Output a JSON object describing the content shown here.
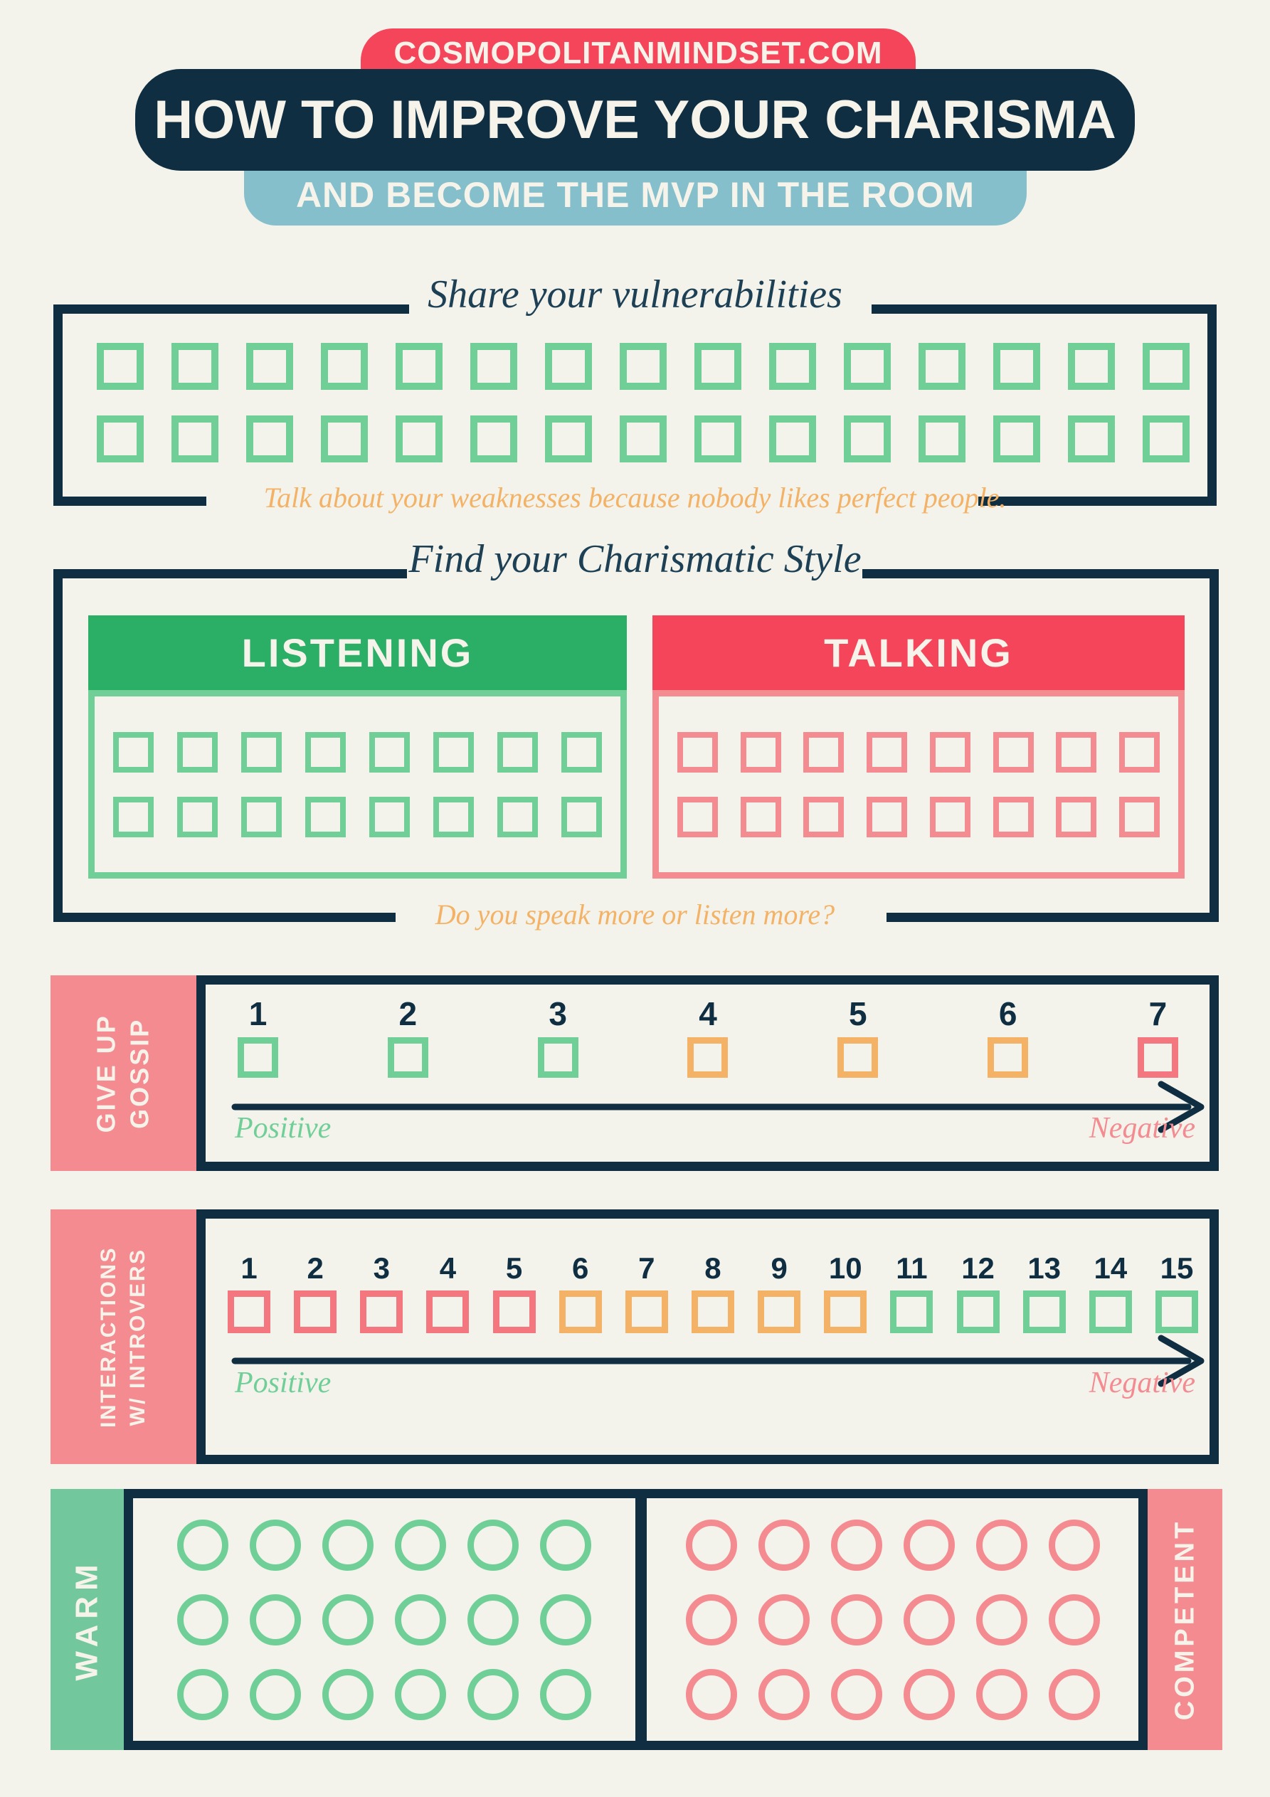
{
  "header": {
    "site": "COSMOPOLITANMINDSET.COM",
    "title": "HOW TO IMPROVE YOUR CHARISMA",
    "subtitle": "AND BECOME THE MVP IN THE ROOM"
  },
  "colors": {
    "background": "#f3f3ec",
    "navy": "#0f2e41",
    "red": "#f4455a",
    "teal": "#85bfcb",
    "green": "#2bae66",
    "light_green": "#6fcf97",
    "green_bar": "#72c89c",
    "pink": "#f48b90",
    "salmon": "#f4777f",
    "orange": "#f3b266",
    "cream": "#f6f3ea",
    "script_navy": "#1d4055"
  },
  "section_vulnerabilities": {
    "title": "Share your vulnerabilities",
    "caption": "Talk about your weaknesses because nobody likes perfect people.",
    "rows": 2,
    "squares_per_row": 15,
    "square_color": "#6fcf97"
  },
  "section_style": {
    "title": "Find your Charismatic Style",
    "caption": "Do you speak more or listen more?",
    "panels": [
      {
        "label": "LISTENING",
        "header_color": "#2bae66",
        "square_color": "#6fcf97",
        "rows": 2,
        "squares_per_row": 8
      },
      {
        "label": "TALKING",
        "header_color": "#f4455a",
        "square_color": "#f48b90",
        "rows": 2,
        "squares_per_row": 8
      }
    ]
  },
  "section_gossip": {
    "label_line1": "GIVE UP",
    "label_line2": "GOSSIP",
    "axis_start": "Positive",
    "axis_end": "Negative",
    "steps": [
      {
        "number": "1",
        "color": "#6fcf97"
      },
      {
        "number": "2",
        "color": "#6fcf97"
      },
      {
        "number": "3",
        "color": "#6fcf97"
      },
      {
        "number": "4",
        "color": "#f3b266"
      },
      {
        "number": "5",
        "color": "#f3b266"
      },
      {
        "number": "6",
        "color": "#f3b266"
      },
      {
        "number": "7",
        "color": "#f4777f"
      }
    ]
  },
  "section_introverts": {
    "label_line1": "INTERACTIONS",
    "label_line2": "W/ INTROVERS",
    "axis_start": "Positive",
    "axis_end": "Negative",
    "steps": [
      {
        "number": "1",
        "color": "#f4777f"
      },
      {
        "number": "2",
        "color": "#f4777f"
      },
      {
        "number": "3",
        "color": "#f4777f"
      },
      {
        "number": "4",
        "color": "#f4777f"
      },
      {
        "number": "5",
        "color": "#f4777f"
      },
      {
        "number": "6",
        "color": "#f3b266"
      },
      {
        "number": "7",
        "color": "#f3b266"
      },
      {
        "number": "8",
        "color": "#f3b266"
      },
      {
        "number": "9",
        "color": "#f3b266"
      },
      {
        "number": "10",
        "color": "#f3b266"
      },
      {
        "number": "11",
        "color": "#6fcf97"
      },
      {
        "number": "12",
        "color": "#6fcf97"
      },
      {
        "number": "13",
        "color": "#6fcf97"
      },
      {
        "number": "14",
        "color": "#6fcf97"
      },
      {
        "number": "15",
        "color": "#6fcf97"
      }
    ]
  },
  "section_warm_competent": {
    "left_label": "WARM",
    "right_label": "COMPETENT",
    "left_circle_color": "#6fcf97",
    "right_circle_color": "#f48b90",
    "rows": 3,
    "circles_per_row": 6
  }
}
